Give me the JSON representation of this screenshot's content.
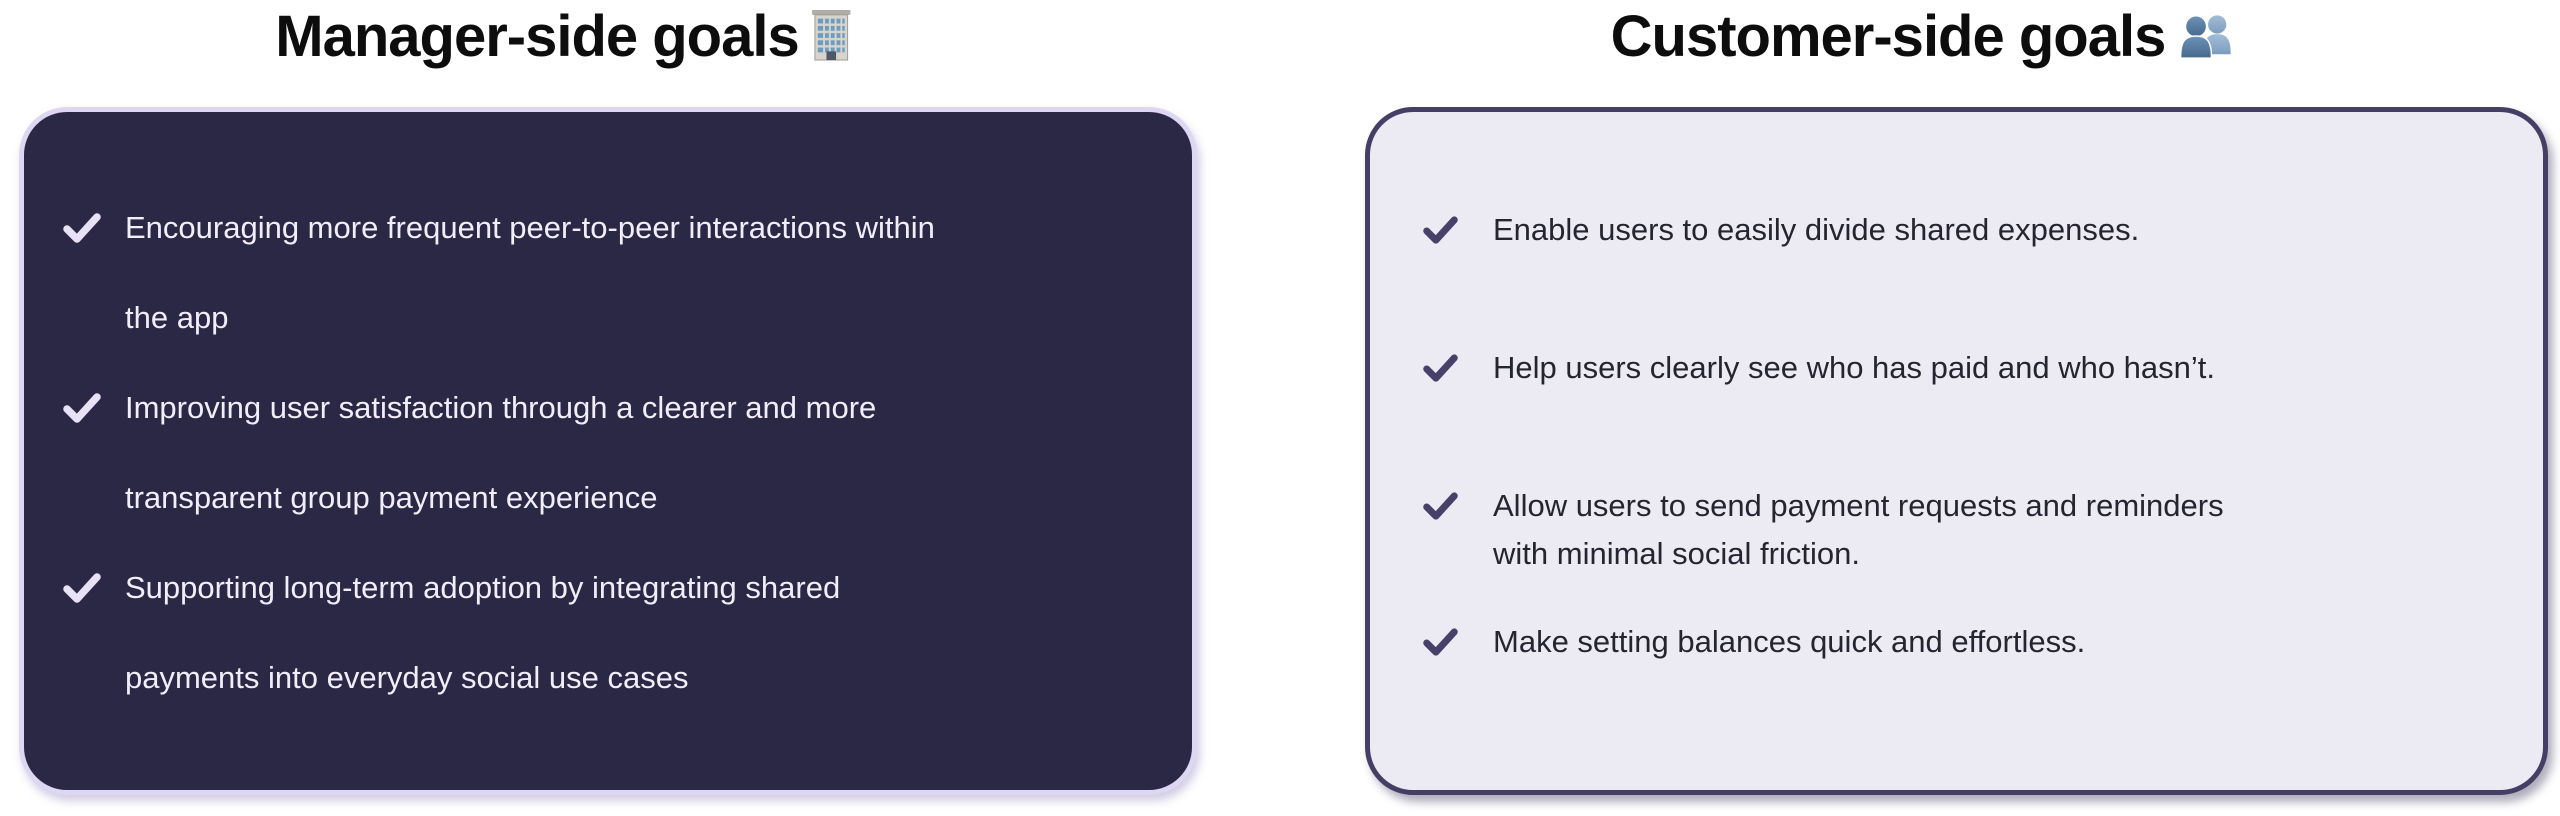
{
  "titles": {
    "left": {
      "text": "Manager-side goals",
      "emoji_name": "office-building",
      "emoji_char": "🏢"
    },
    "right": {
      "text": "Customer-side goals",
      "emoji_name": "busts-in-silhouette",
      "emoji_char": "👥"
    }
  },
  "left_card": {
    "background_color": "#2B2845",
    "border_color": "#DED7F3",
    "text_color": "#F1EDF9",
    "check_color": "#E9E1F7",
    "items": [
      {
        "lines": [
          "Encouraging more frequent peer-to-peer interactions within",
          "the app"
        ]
      },
      {
        "lines": [
          "Improving user satisfaction through a clearer and more",
          "transparent group payment experience"
        ]
      },
      {
        "lines": [
          "Supporting long-term adoption by integrating shared",
          "payments into everyday social use cases"
        ]
      }
    ]
  },
  "right_card": {
    "background_color": "#ECEAF3",
    "border_color": "#453F66",
    "text_color": "#242530",
    "check_color": "#474169",
    "items": [
      {
        "lines": [
          "Enable users to easily divide shared expenses."
        ]
      },
      {
        "lines": [
          "Help users clearly see who has paid and who hasn’t."
        ]
      },
      {
        "lines": [
          "Allow users to send payment requests and reminders",
          "with minimal social friction."
        ]
      },
      {
        "lines": [
          "Make setting balances quick and effortless."
        ]
      }
    ]
  }
}
